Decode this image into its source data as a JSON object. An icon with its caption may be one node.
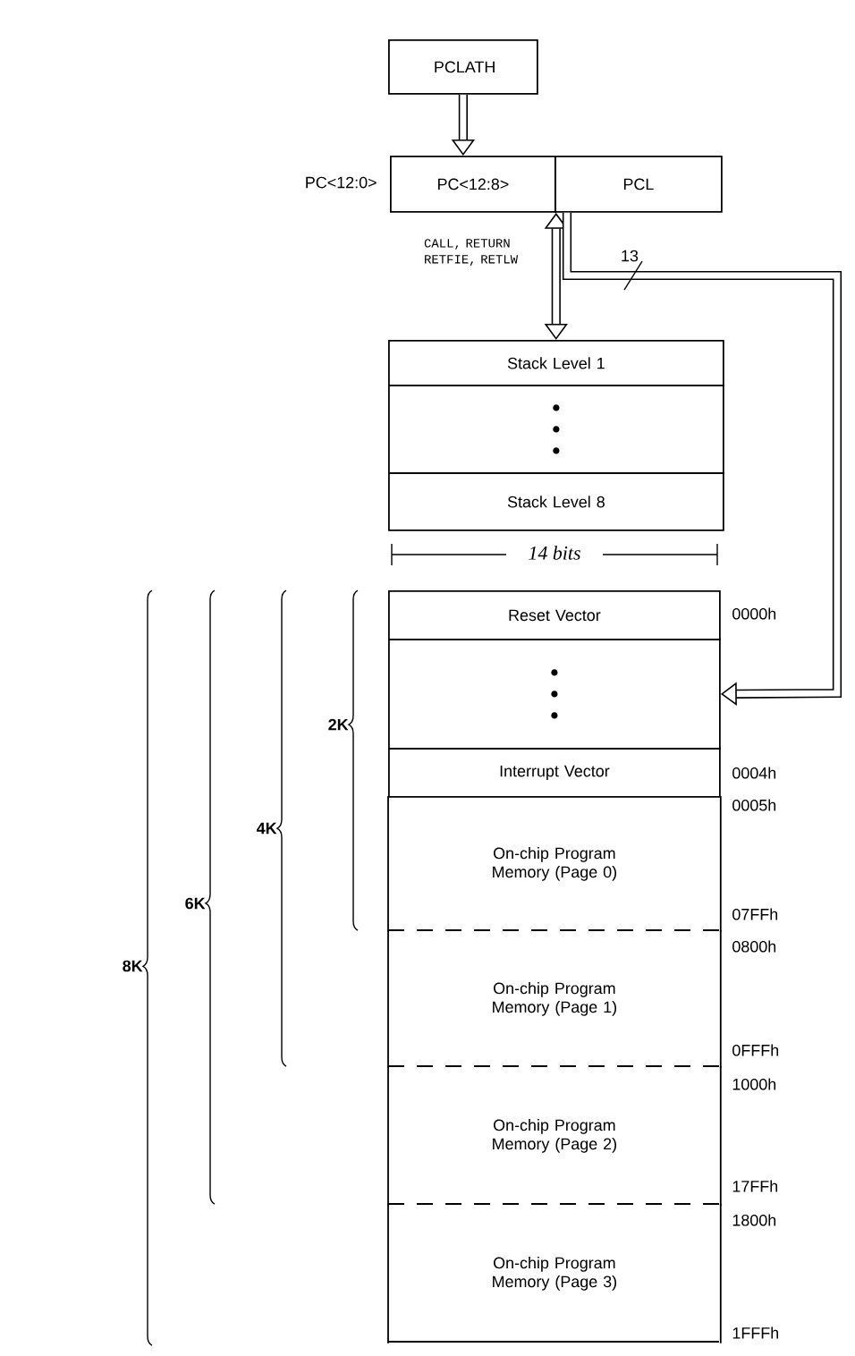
{
  "diagram": {
    "nodes": [
      {
        "text": [
          "PCLATH"
        ]
      },
      {
        "text": [
          "PC<12:8>"
        ]
      },
      {
        "text": [
          "PCL"
        ]
      },
      {
        "text": [
          "Stack Level 1"
        ]
      },
      {
        "text": [],
        "shape": "box"
      },
      {
        "text": [
          "Stack Level 8"
        ]
      },
      {
        "text": [
          "Reset Vector"
        ]
      },
      {
        "text": [],
        "shape": "box"
      },
      {
        "text": [
          "Interrupt Vector"
        ]
      },
      {
        "text": [
          "On-chip Program Memory (Page 0)"
        ]
      },
      {
        "text": [
          "On-chip Program Memory (Page 1)"
        ]
      },
      {
        "text": [
          "On-chip Program Memory (Page 2)"
        ]
      },
      {
        "text": [
          "On-chip Program Memory (Page 3)"
        ]
      }
    ],
    "edges": [
      {
        "from": 0,
        "to": 1,
        "arrow": "to"
      },
      {
        "from": 1,
        "to": 3,
        "arrow": "both",
        "label": "CALL, RETURN RETFIE, RETLW"
      },
      {
        "from": 2,
        "to": 7,
        "arrow": "to",
        "label": "13"
      }
    ],
    "labels": [
      "PC<12:0>",
      "14 bits",
      "0000h",
      "2K",
      "0004h",
      "0005h",
      "4K",
      "6K",
      "07FFh",
      "0800h",
      "8K",
      "0FFFh",
      "1000h",
      "17FFh",
      "1800h",
      "1FFFh"
    ]
  }
}
